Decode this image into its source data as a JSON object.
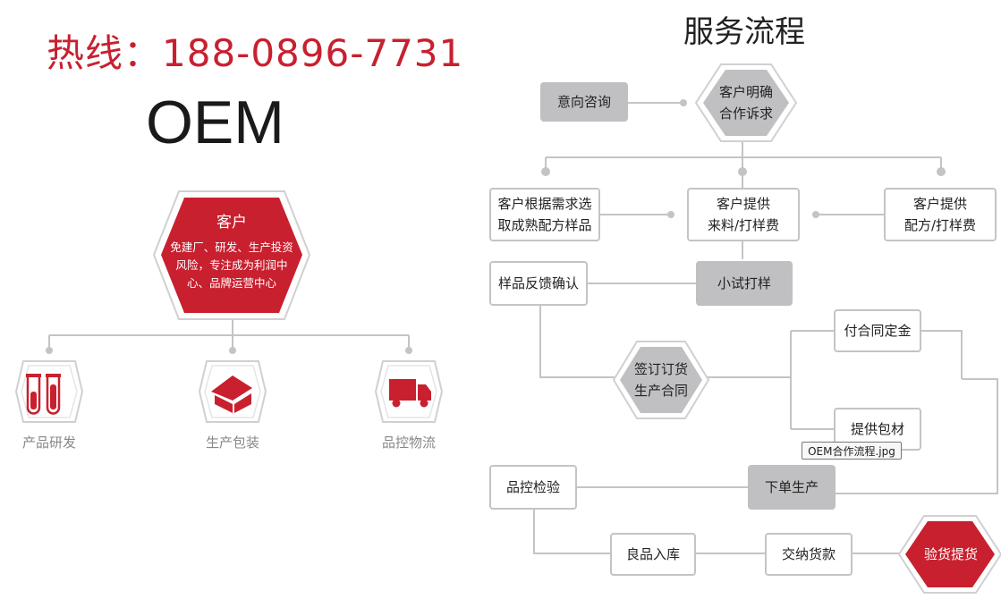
{
  "hotline": "热线：188-0896-7731",
  "brand": "OEM",
  "customer": {
    "title": "客户",
    "desc": "免建厂、研发、生产投资风险，专注成为利润中心、品牌运营中心"
  },
  "icons": [
    {
      "name": "test-tubes-icon",
      "label": "产品研发"
    },
    {
      "name": "house-icon",
      "label": "生产包装"
    },
    {
      "name": "truck-icon",
      "label": "品控物流"
    }
  ],
  "flow": {
    "title": "服务流程",
    "steps": {
      "inquiry": "意向咨询",
      "clarify": "客户明确\n合作诉求",
      "choose_sample": "客户根据需求选\n取成熟配方样品",
      "provide_material": "客户提供\n来料/打样费",
      "provide_formula": "客户提供\n配方/打样费",
      "feedback": "样品反馈确认",
      "trial": "小试打样",
      "sign": "签订订货\n生产合同",
      "deposit": "付合同定金",
      "packaging": "提供包材",
      "qc": "品控检验",
      "production": "下单生产",
      "warehouse": "良品入库",
      "payment": "交纳货款",
      "pickup": "验货提货"
    },
    "file_tag": "OEM合作流程.jpg"
  },
  "colors": {
    "brand_red": "#c8202f",
    "box_grey": "#c0c0c2",
    "line_grey": "#c4c4c4"
  }
}
